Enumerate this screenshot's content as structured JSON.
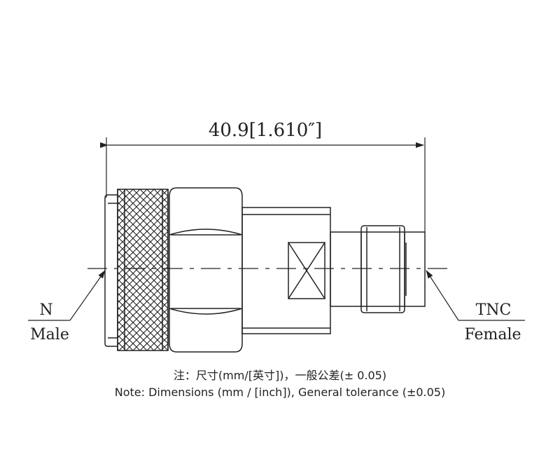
{
  "dimension": {
    "overall_length": "40.9[1.610″]"
  },
  "left_end": {
    "line1": "N",
    "line2": "Male"
  },
  "right_end": {
    "line1": "TNC",
    "line2": "Female"
  },
  "notes": {
    "chinese": "注：尺寸(mm/[英寸])，一般公差(± 0.05)",
    "english": "Note: Dimensions (mm / [inch]), General tolerance (±0.05)"
  },
  "colors": {
    "line": "#222222",
    "background": "#ffffff"
  }
}
